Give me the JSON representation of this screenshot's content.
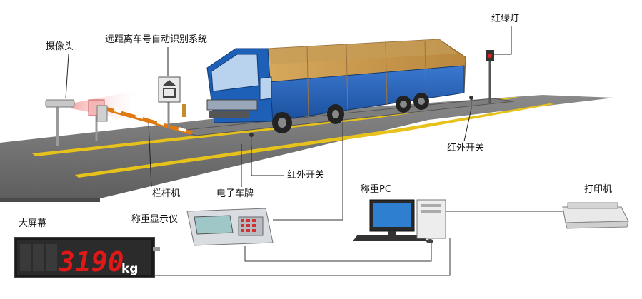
{
  "labels": {
    "camera": "摄像头",
    "recognition_system": "远距离车号自动识别系统",
    "traffic_light": "红绿灯",
    "infrared_switch_right": "红外开关",
    "infrared_switch_center": "红外开关",
    "barrier": "栏杆机",
    "electronic_plate": "电子车牌",
    "weighing_pc": "称重PC",
    "printer": "打印机",
    "big_screen": "大屏幕",
    "weighing_indicator": "称重显示仪"
  },
  "display": {
    "reading": "3190",
    "unit": "kg"
  },
  "colors": {
    "road": "#6f6f6f",
    "road_line": "#e6c21a",
    "truck_cab": "#1e5fb8",
    "truck_cargo": "#c7964a",
    "led_digits": "#e01818",
    "barrier_stripe": "#e07a10"
  }
}
